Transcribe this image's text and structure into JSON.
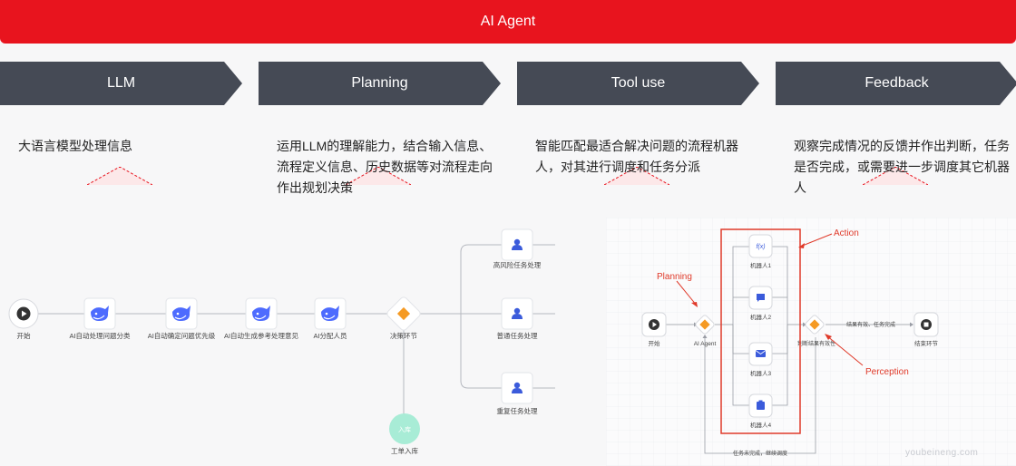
{
  "banner": {
    "title": "AI Agent"
  },
  "steps": [
    {
      "label": "LLM",
      "desc": "大语言模型处理信息"
    },
    {
      "label": "Planning",
      "desc": "运用LLM的理解能力，结合输入信息、流程定义信息、历史数据等对流程走向作出规划决策"
    },
    {
      "label": "Tool use",
      "desc": "智能匹配最适合解决问题的流程机器人，对其进行调度和任务分派"
    },
    {
      "label": "Feedback",
      "desc": "观察完成情况的反馈并作出判断，任务是否完成，或需要进一步调度其它机器人"
    }
  ],
  "left_flow": {
    "start": "开始",
    "ai_steps": [
      "AI自动处理问题分类",
      "AI自动确定问题优先级",
      "AI自动生成参考处理意见",
      "AI分配人员"
    ],
    "decision": "决策环节",
    "branches": [
      "高风险任务处理",
      "普通任务处理",
      "重复任务处理"
    ],
    "bottom_node_text": "入库",
    "bottom_label": "工单入库"
  },
  "right_flow": {
    "start": "开始",
    "agent": "AI Agent",
    "robots": [
      "机器人1",
      "机器人2",
      "机器人3",
      "机器人4"
    ],
    "robot1_icon_text": "f(x)",
    "judge": "判断结果有效性",
    "result": "结果有效、任务完成",
    "end": "结束环节",
    "loop_label": "任务未完成，继续调度",
    "annotations": {
      "action": "Action",
      "planning": "Planning",
      "perception": "Perception"
    }
  },
  "watermark": "youbeineng.com",
  "colors": {
    "banner": "#e8141e",
    "arrow": "#454a55",
    "accent_red": "#e03a2a",
    "icon_blue": "#3b5bdb",
    "decision_orange": "#f59a23",
    "mint": "#a8ecd6"
  }
}
